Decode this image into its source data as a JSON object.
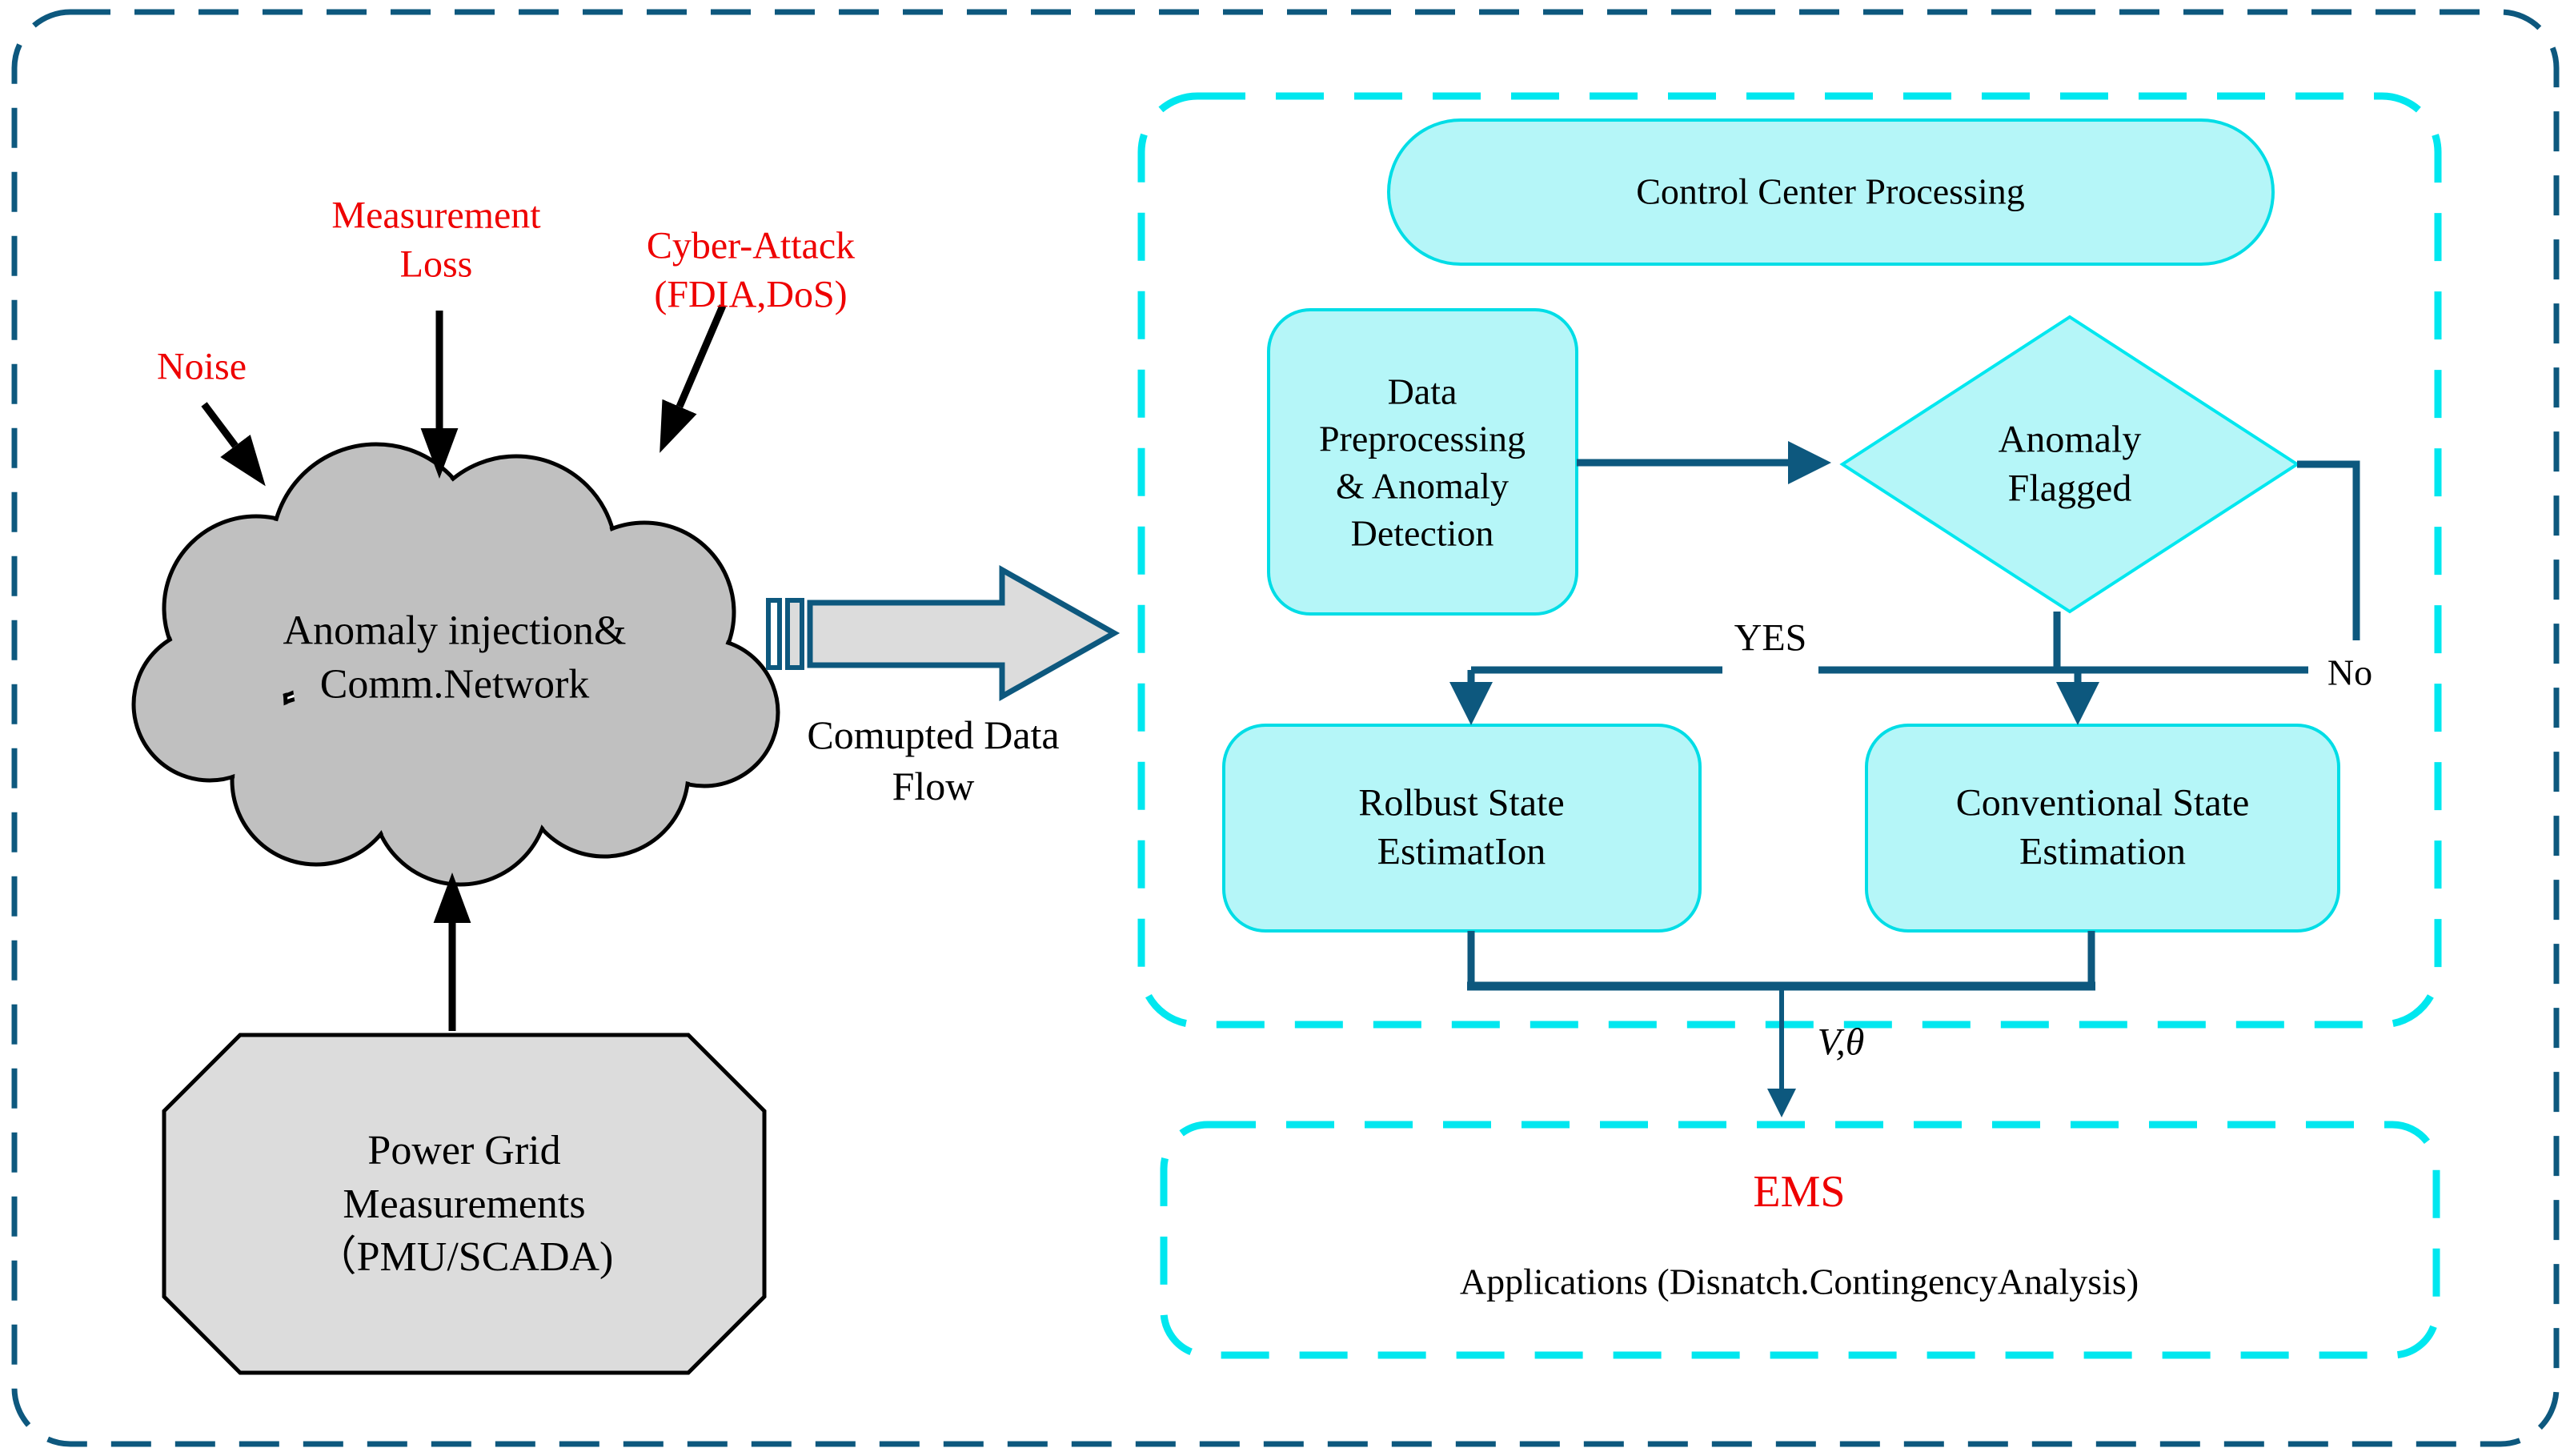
{
  "left_side": {
    "noise_label": "Noise",
    "measurement_loss_label": "Measurement\nLoss",
    "cyber_attack_label": "Cyber-Attack\n(FDIA,DoS)",
    "cloud_label": "Anomaly injection&\nComm.Network",
    "flow_caption": "Comupted Data\nFlow",
    "power_grid_label": "Power Grid\nMeasurements\n（PMU/SCADA)"
  },
  "control_center": {
    "title": "Control Center Processing",
    "preprocessing_label": "Data\nPreprocessing\n& Anomaly\nDetection",
    "decision_label": "Anomaly\nFlagged",
    "yes_label": "YES",
    "no_label": "No",
    "robust_label": "Rolbust State\nEstimatIon",
    "conventional_label": "Conventional State\nEstimation"
  },
  "output_section": {
    "signal_label": "V,θ",
    "ems_title": "EMS",
    "ems_applications": "Applications (Disnatch.ContingencyAnalysis)"
  },
  "colors": {
    "outer_border_teal": "#0d587e",
    "connector_teal": "#0d587e",
    "container_cyan": "#00e7ef",
    "node_fill_cyan": "#b5f6f8",
    "node_border_cyan": "#00dde6",
    "cloud_gray": "#c0c0c0",
    "shape_gray": "#dcdcdc",
    "label_red": "#ee0000"
  }
}
